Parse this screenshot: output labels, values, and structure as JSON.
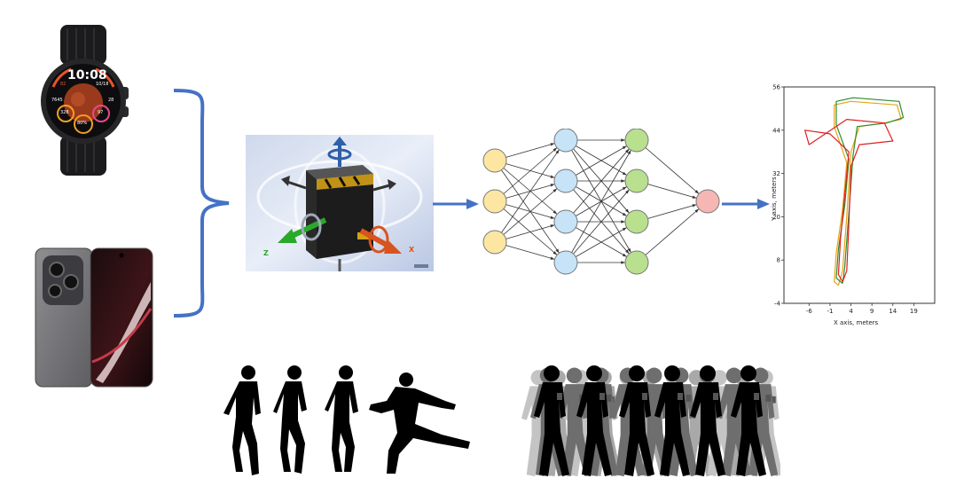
{
  "watch": {
    "time": "10:08",
    "date_right": "10/18",
    "left_small": "82",
    "steps": "7645",
    "right_small": "28",
    "bottom_left": "328",
    "bottom_right": "97",
    "battery": "80%"
  },
  "imu_cube": {
    "axis_z": "Z",
    "axis_x": "X"
  },
  "neural_net": {
    "layers": [
      3,
      4,
      4,
      1
    ],
    "layer_colors": [
      "#fde6a2",
      "#c6e3f7",
      "#b9e08f",
      "#f6b7b4"
    ]
  },
  "chart_data": {
    "type": "line",
    "title": "",
    "xlabel": "X axis, meters",
    "ylabel": "Y axis, meters",
    "x_ticks": [
      "-6",
      "-1",
      "4",
      "9",
      "14",
      "19"
    ],
    "y_ticks": [
      "56",
      "44",
      "32",
      "20",
      "8",
      "-4"
    ],
    "xlim": [
      -12,
      24
    ],
    "ylim": [
      -4,
      56
    ],
    "series": [
      {
        "color": "#e8a317",
        "x": [
          1,
          0,
          0.5,
          2,
          3,
          0,
          0,
          4,
          15,
          16,
          12,
          6,
          4,
          3,
          2,
          1
        ],
        "y": [
          1,
          2,
          10,
          22,
          35,
          45,
          51,
          52,
          51,
          47,
          46,
          45,
          38,
          20,
          5,
          1
        ]
      },
      {
        "color": "#2e8b2e",
        "x": [
          2,
          0.5,
          1,
          2.5,
          3.5,
          0.5,
          0.5,
          4.5,
          15.5,
          16.5,
          12.5,
          5.5,
          4.5,
          3.5,
          2.5,
          2
        ],
        "y": [
          1.5,
          3,
          11,
          23,
          36,
          45.5,
          52,
          53,
          52,
          47.5,
          46,
          45,
          37,
          21,
          6,
          1.5
        ]
      },
      {
        "color": "#e02020",
        "x": [
          2,
          1,
          1.5,
          2.5,
          3.5,
          -1,
          -7,
          -6,
          3,
          12,
          14,
          6,
          4,
          3.5,
          3,
          2
        ],
        "y": [
          2,
          4,
          14,
          26,
          38,
          43,
          44,
          40,
          47,
          46,
          41,
          40,
          34,
          18,
          5,
          2
        ]
      }
    ]
  }
}
